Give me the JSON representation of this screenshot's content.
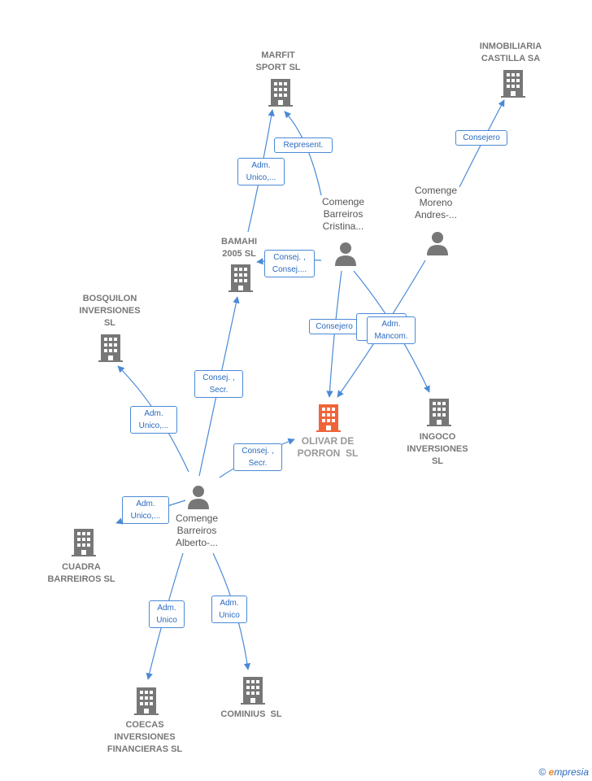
{
  "nodes": {
    "marfit": "MARFIT\nSPORT SL",
    "inmobiliaria": "INMOBILIARIA\nCASTILLA SA",
    "bamahi": "BAMAHI\n2005 SL",
    "bosquilon": "BOSQUILON\nINVERSIONES\nSL",
    "olivar": "OLIVAR DE\nPORRON  SL",
    "ingoco": "INGOCO\nINVERSIONES\nSL",
    "cuadra": "CUADRA\nBARREIROS SL",
    "coecas": "COECAS\nINVERSIONES\nFINANCIERAS SL",
    "cominius": "COMINIUS  SL",
    "cristina": "Comenge\nBarreiros\nCristina...",
    "andres": "Comenge\nMoreno\nAndres-...",
    "alberto": "Comenge\nBarreiros\nAlberto-..."
  },
  "edges": {
    "represent": "Represent.",
    "adm_unico_marfit": "Adm.\nUnico,...",
    "consejero_inmob": "Consejero",
    "consej_bamahi": "Consej. ,\nConsej....",
    "consejero_olivar": "Consejero",
    "c_hidden": "C\nC",
    "adm_mancom": "Adm.\nMancom.",
    "consej_secr_bamahi": "Consej. ,\nSecr.",
    "adm_unico_bosq": "Adm.\nUnico,...",
    "consej_secr_olivar": "Consej. ,\nSecr.",
    "adm_unico_cuadra": "Adm.\nUnico,...",
    "adm_unico_coecas": "Adm.\nUnico",
    "adm_unico_cominius": "Adm.\nUnico"
  },
  "footer": {
    "copyright": "©",
    "brand_e": "e",
    "brand_rest": "mpresia"
  },
  "colors": {
    "company": "#777777",
    "focus_company": "#f0643a",
    "person": "#777777",
    "edge": "#4a8ad6"
  }
}
